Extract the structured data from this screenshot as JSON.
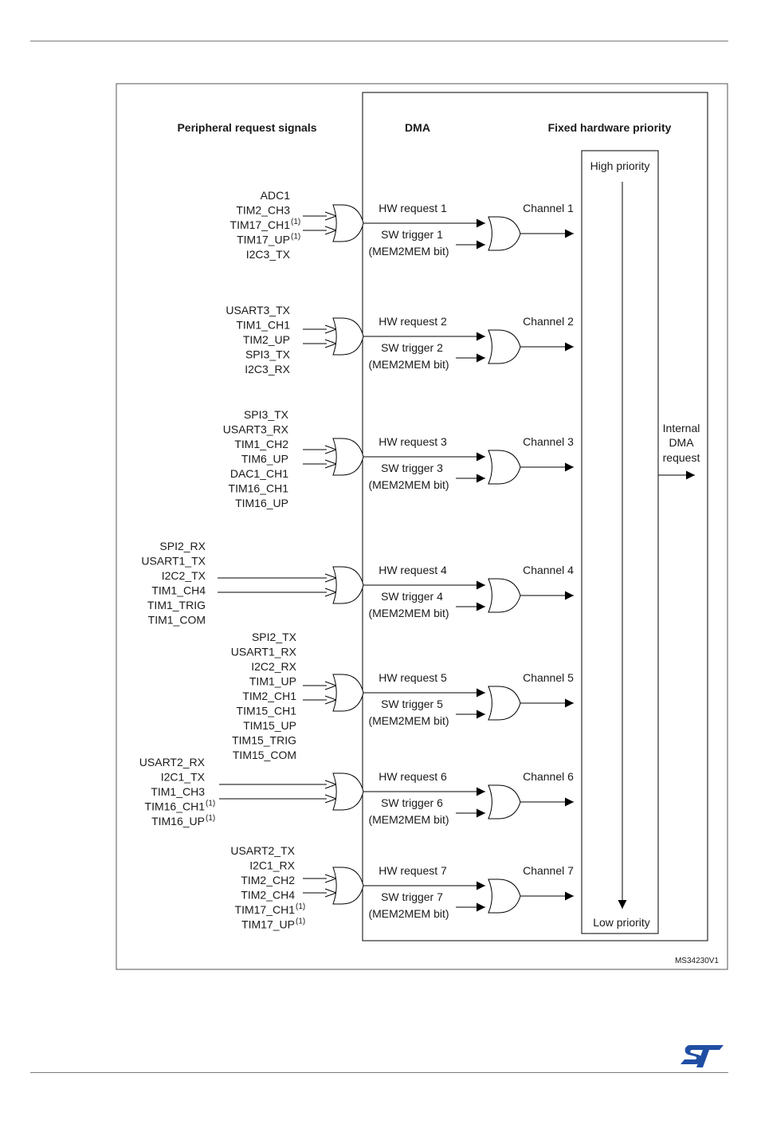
{
  "headers": {
    "peripheral": "Peripheral request signals",
    "dma": "DMA",
    "priority": "Fixed hardware priority"
  },
  "priority": {
    "high": "High priority",
    "low": "Low priority"
  },
  "internal_request": [
    "Internal",
    "DMA",
    "request"
  ],
  "sw_trigger_suffix": "(MEM2MEM bit)",
  "figure_id": "MS34230V1",
  "logo_icon": "st-logo-icon",
  "colors": {
    "line": "#000000",
    "text": "#1a1a1a",
    "logo": "#1f4ea3",
    "rule": "#7a7a7a"
  },
  "channels": [
    {
      "hw": "HW request 1",
      "sw": "SW trigger 1",
      "channel": "Channel 1",
      "signals": [
        {
          "name": "ADC1",
          "note": ""
        },
        {
          "name": "TIM2_CH3",
          "note": ""
        },
        {
          "name": "TIM17_CH1",
          "note": "(1)"
        },
        {
          "name": "TIM17_UP",
          "note": "(1)"
        },
        {
          "name": "I2C3_TX",
          "note": ""
        }
      ]
    },
    {
      "hw": "HW request 2",
      "sw": "SW trigger 2",
      "channel": "Channel 2",
      "signals": [
        {
          "name": "USART3_TX",
          "note": ""
        },
        {
          "name": "TIM1_CH1",
          "note": ""
        },
        {
          "name": "TIM2_UP",
          "note": ""
        },
        {
          "name": "SPI3_TX",
          "note": ""
        },
        {
          "name": "I2C3_RX",
          "note": ""
        }
      ]
    },
    {
      "hw": "HW request 3",
      "sw": "SW trigger 3",
      "channel": "Channel 3",
      "signals": [
        {
          "name": "SPI3_TX",
          "note": ""
        },
        {
          "name": "USART3_RX",
          "note": ""
        },
        {
          "name": "TIM1_CH2",
          "note": ""
        },
        {
          "name": "TIM6_UP",
          "note": ""
        },
        {
          "name": "DAC1_CH1",
          "note": ""
        },
        {
          "name": "TIM16_CH1",
          "note": ""
        },
        {
          "name": "TIM16_UP",
          "note": ""
        }
      ]
    },
    {
      "hw": "HW request 4",
      "sw": "SW trigger 4",
      "channel": "Channel 4",
      "signals": [
        {
          "name": "SPI2_RX",
          "note": ""
        },
        {
          "name": "USART1_TX",
          "note": ""
        },
        {
          "name": "I2C2_TX",
          "note": ""
        },
        {
          "name": "TIM1_CH4",
          "note": ""
        },
        {
          "name": "TIM1_TRIG",
          "note": ""
        },
        {
          "name": "TIM1_COM",
          "note": ""
        }
      ]
    },
    {
      "hw": "HW request 5",
      "sw": "SW trigger 5",
      "channel": "Channel 5",
      "signals": [
        {
          "name": "SPI2_TX",
          "note": ""
        },
        {
          "name": "USART1_RX",
          "note": ""
        },
        {
          "name": "I2C2_RX",
          "note": ""
        },
        {
          "name": "TIM1_UP",
          "note": ""
        },
        {
          "name": "TIM2_CH1",
          "note": ""
        },
        {
          "name": "TIM15_CH1",
          "note": ""
        },
        {
          "name": "TIM15_UP",
          "note": ""
        },
        {
          "name": "TIM15_TRIG",
          "note": ""
        },
        {
          "name": "TIM15_COM",
          "note": ""
        }
      ]
    },
    {
      "hw": "HW request 6",
      "sw": "SW trigger 6",
      "channel": "Channel 6",
      "signals": [
        {
          "name": "USART2_RX",
          "note": ""
        },
        {
          "name": "I2C1_TX",
          "note": ""
        },
        {
          "name": "TIM1_CH3",
          "note": ""
        },
        {
          "name": "TIM16_CH1",
          "note": "(1)"
        },
        {
          "name": "TIM16_UP",
          "note": "(1)"
        }
      ]
    },
    {
      "hw": "HW request 7",
      "sw": "SW trigger 7",
      "channel": "Channel 7",
      "signals": [
        {
          "name": "USART2_TX",
          "note": ""
        },
        {
          "name": "I2C1_RX",
          "note": ""
        },
        {
          "name": "TIM2_CH2",
          "note": ""
        },
        {
          "name": "TIM2_CH4",
          "note": ""
        },
        {
          "name": "TIM17_CH1",
          "note": "(1)"
        },
        {
          "name": "TIM17_UP",
          "note": "(1)"
        }
      ]
    }
  ]
}
